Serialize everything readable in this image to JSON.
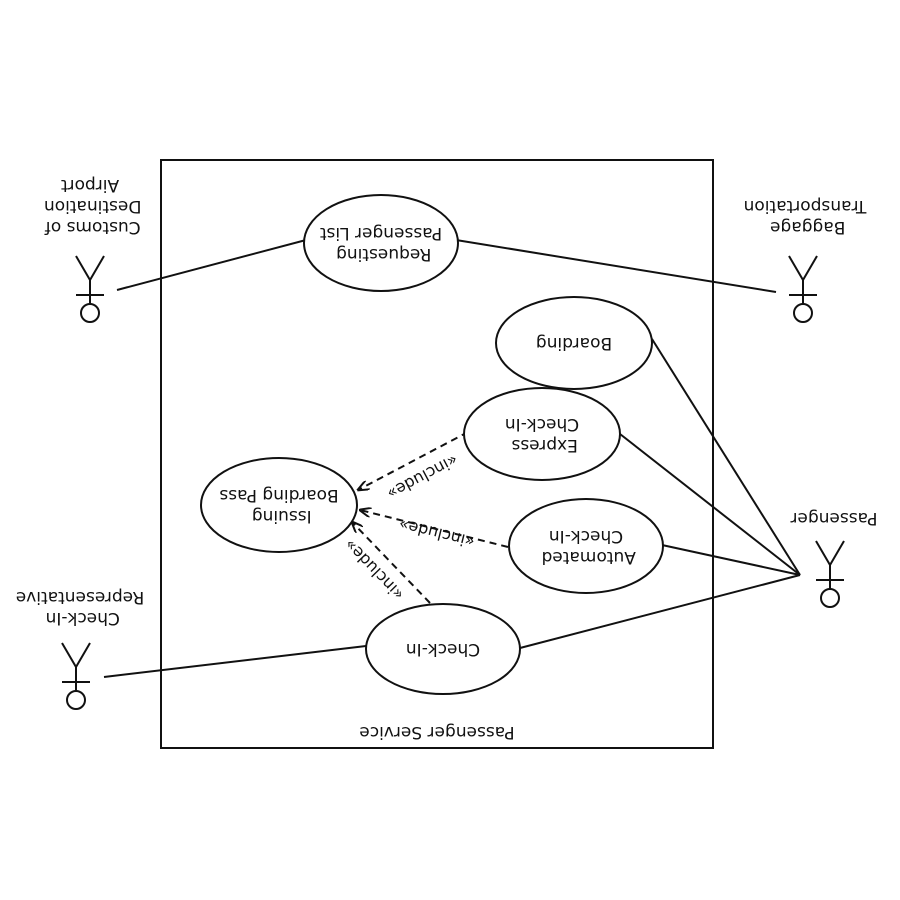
{
  "system": {
    "name": "Passenger Service"
  },
  "actors": {
    "customs": {
      "lines": [
        "Customs of",
        "Destination",
        "Airport"
      ]
    },
    "baggage": {
      "lines": [
        "Baggage",
        "Transportation"
      ]
    },
    "passenger": {
      "lines": [
        "Passenger"
      ]
    },
    "representative": {
      "lines": [
        "Check-In",
        "Representative"
      ]
    }
  },
  "use_cases": {
    "requesting": {
      "lines": [
        "Requesting",
        "Passenger List"
      ]
    },
    "boarding": {
      "lines": [
        "Boarding"
      ]
    },
    "express": {
      "lines": [
        "Express",
        "Check-In"
      ]
    },
    "issuing": {
      "lines": [
        "Issuing",
        "Boarding Pass"
      ]
    },
    "automated": {
      "lines": [
        "Automated",
        "Check-In"
      ]
    },
    "checkin": {
      "lines": [
        "Check-In"
      ]
    }
  },
  "relations": {
    "include_express": "«include»",
    "include_automated": "«include»",
    "include_checkin": "«include»"
  },
  "orientation": "rotated 180°"
}
